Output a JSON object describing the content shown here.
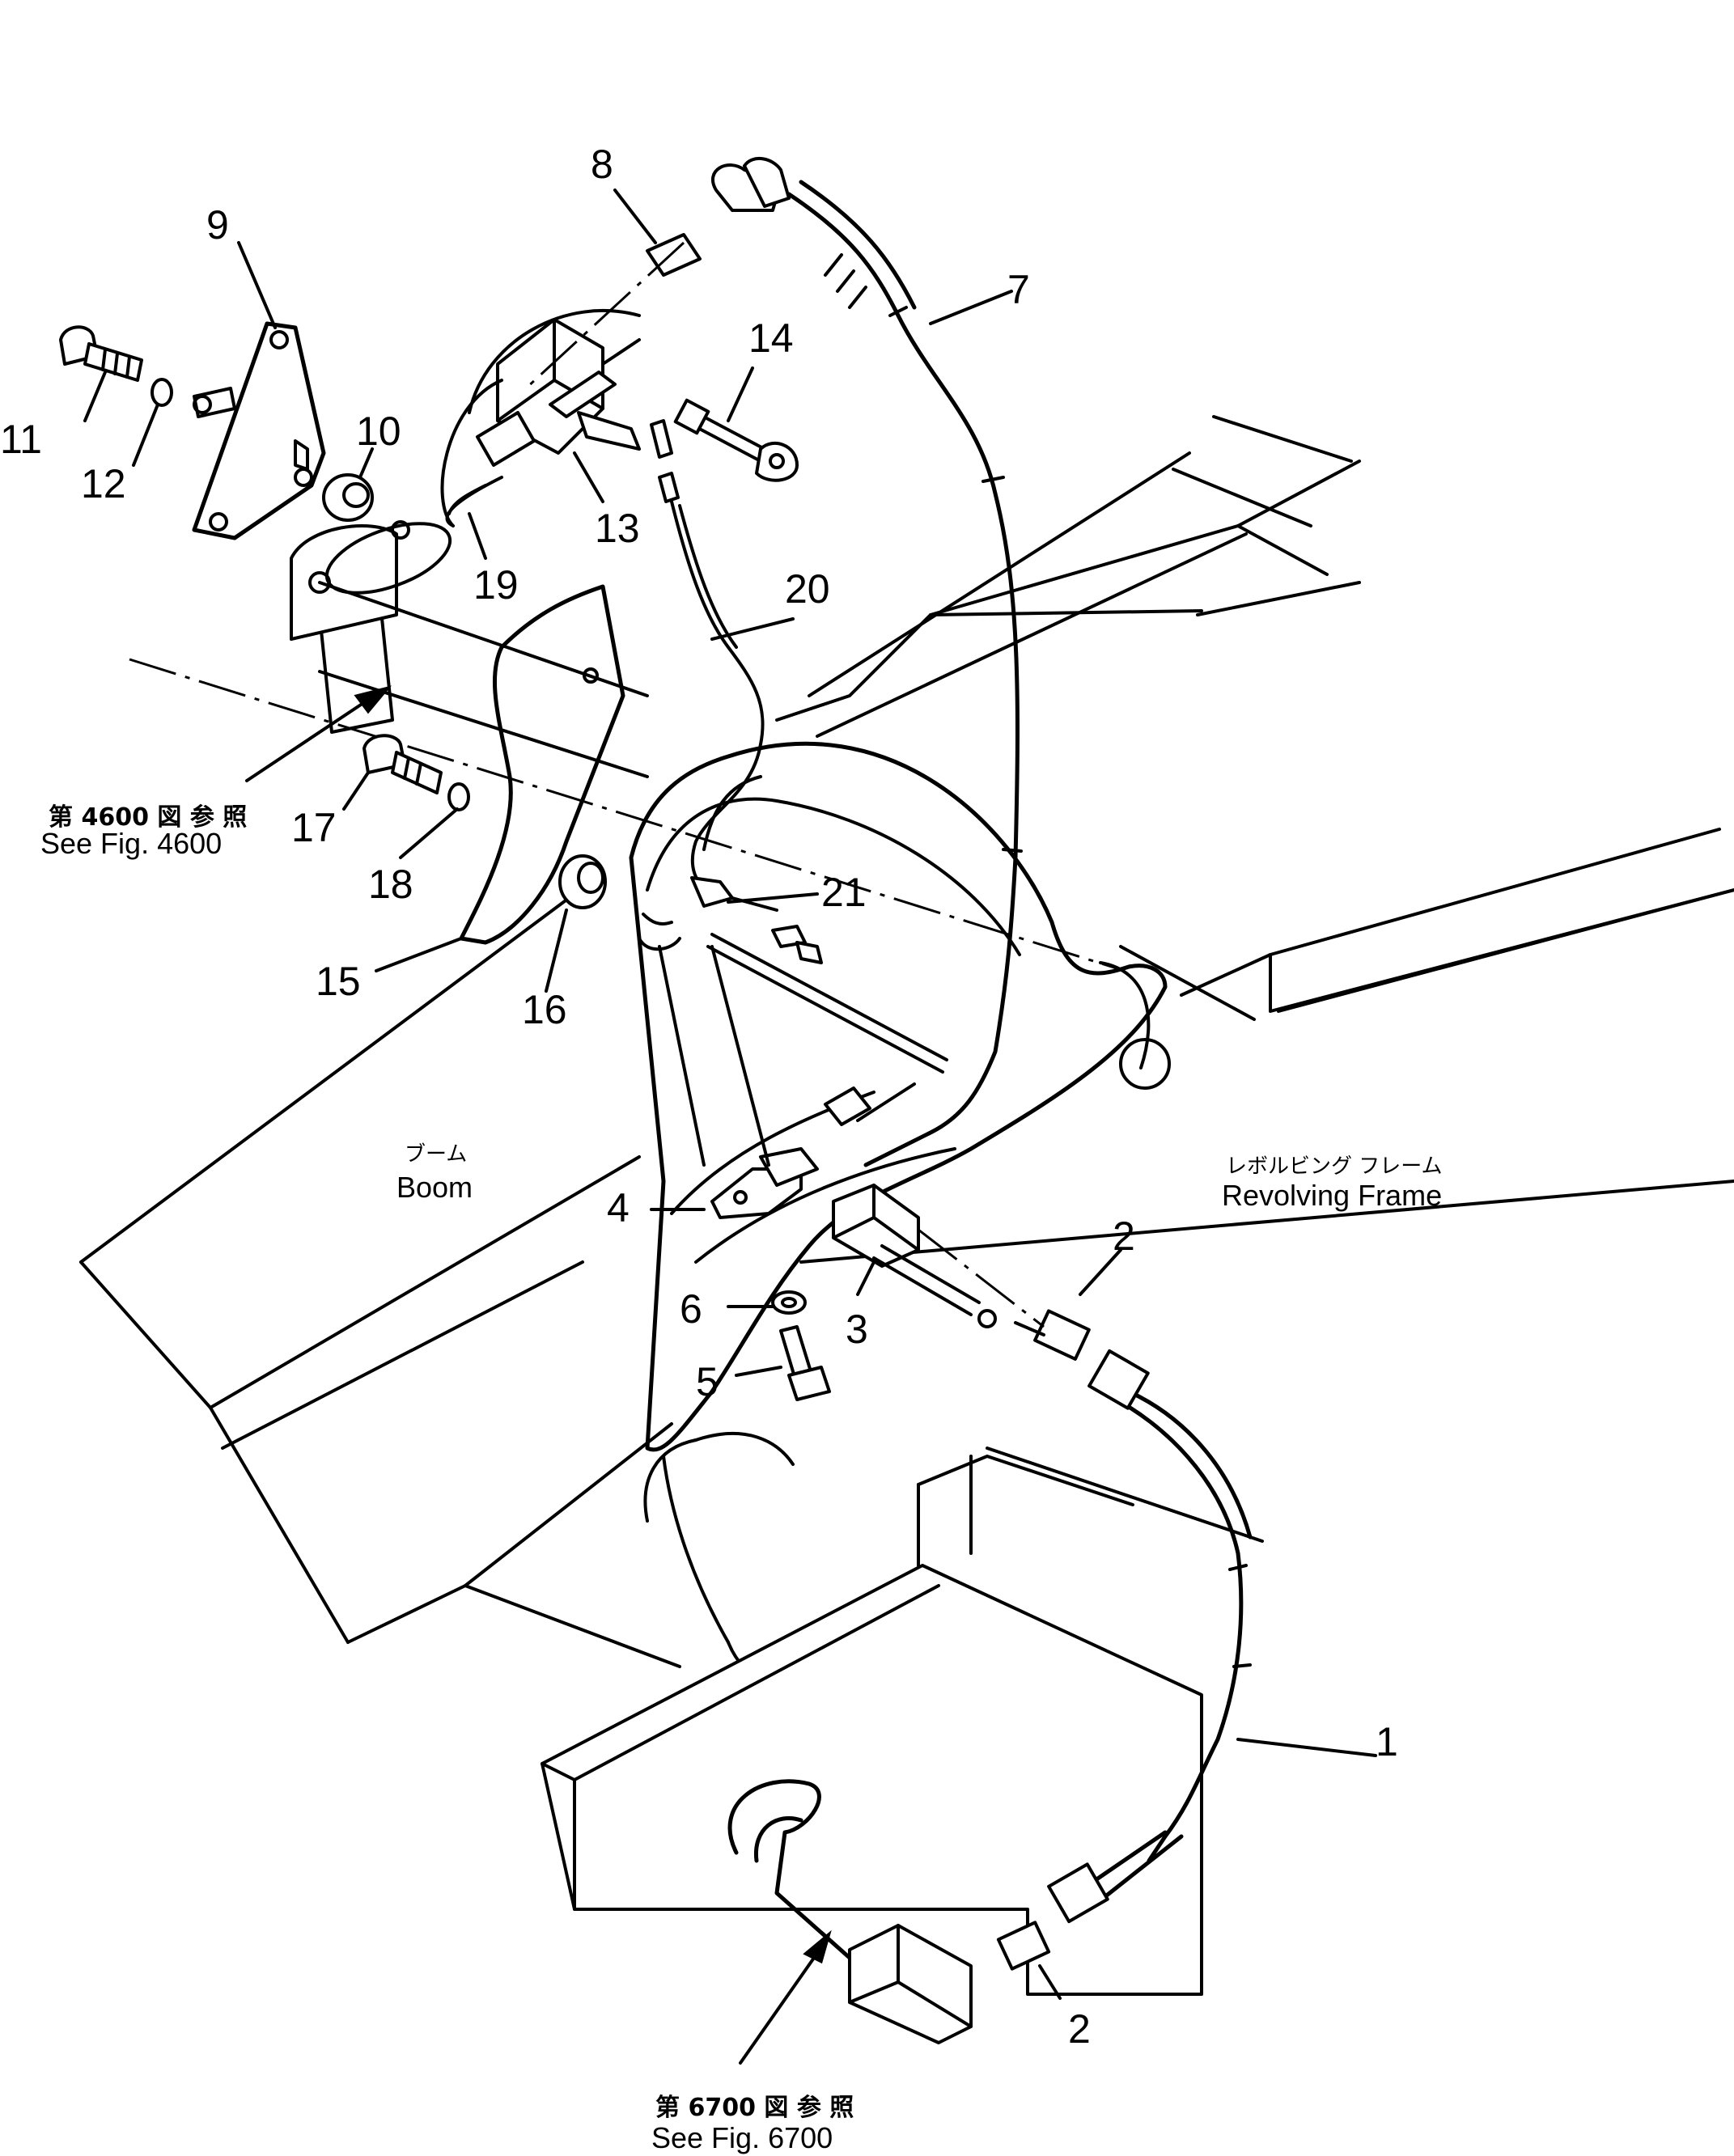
{
  "callouts": {
    "c1": "1",
    "c2a": "2",
    "c2b": "2",
    "c3": "3",
    "c4": "4",
    "c5": "5",
    "c6": "6",
    "c7": "7",
    "c8": "8",
    "c9": "9",
    "c10": "10",
    "c11": "11",
    "c12": "12",
    "c13": "13",
    "c14": "14",
    "c15": "15",
    "c16": "16",
    "c17": "17",
    "c18": "18",
    "c19": "19",
    "c20": "20",
    "c21": "21"
  },
  "labels": {
    "boom_jp": "ブーム",
    "boom_en": "Boom",
    "frame_jp": "レボルビング フレーム",
    "frame_en": "Revolving Frame"
  },
  "references": {
    "ref4600_jp": "第 4600 図 参 照",
    "ref4600_en": "See Fig. 4600",
    "ref6700_jp": "第 6700 図 参 照",
    "ref6700_en": "See Fig. 6700"
  }
}
